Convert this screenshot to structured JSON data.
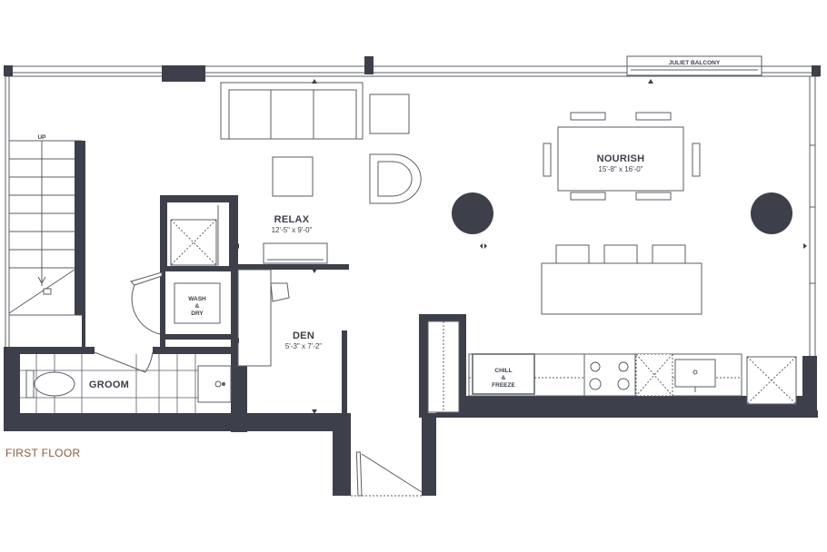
{
  "floor_label": "FIRST FLOOR",
  "stair_label": "UP",
  "balcony_label": "JULIET BALCONY",
  "rooms": {
    "nourish": {
      "name": "NOURISH",
      "dims": "15'-8\" x 16'-0\""
    },
    "relax": {
      "name": "RELAX",
      "dims": "12'-5\" x 9'-0\""
    },
    "den": {
      "name": "DEN",
      "dims": "5'-3\" x 7'-2\""
    },
    "groom": {
      "name": "GROOM"
    }
  },
  "appliances": {
    "wash_dry": [
      "WASH",
      "&",
      "DRY"
    ],
    "chill_freeze": [
      "CHILL",
      "&",
      "FREEZE"
    ]
  },
  "colors": {
    "wall": "#3d404a",
    "line": "#5a5d66",
    "accent": "#8a5a3c"
  }
}
